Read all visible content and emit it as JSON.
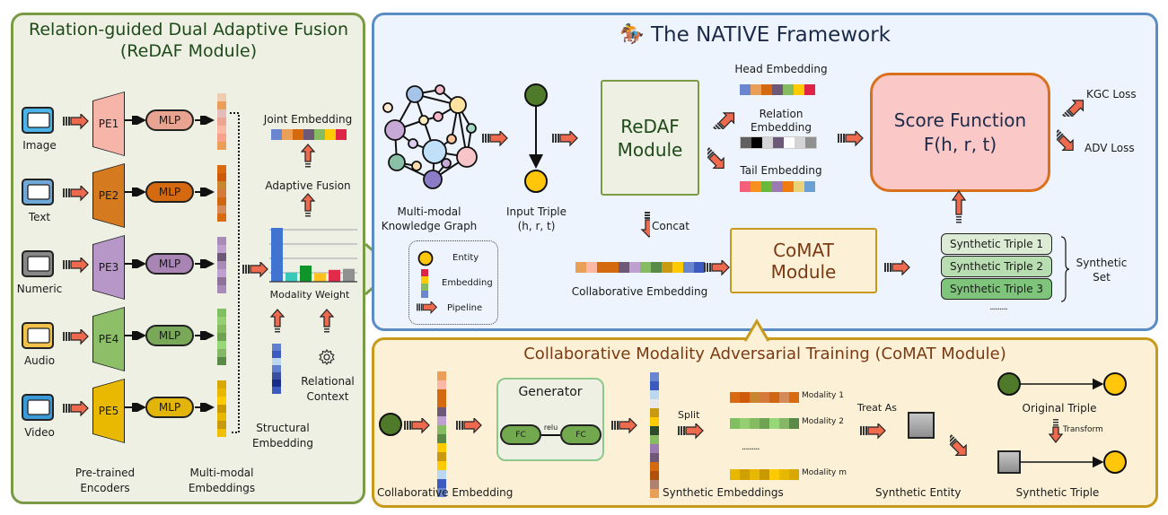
{
  "redaf": {
    "title_line1": "Relation-guided Dual Adaptive Fusion",
    "title_line2": "(ReDAF Module)",
    "modalities": [
      {
        "label": "Image",
        "encoder": "PE1",
        "mlp": "MLP",
        "color": "#f6b5a8",
        "mlp_color": "#e9a391",
        "strip": [
          "#f0cdb0",
          "#ea9f58",
          "#e5bcbc",
          "#eda694",
          "#fbb8a4",
          "#f7a08c",
          "#ea9f58"
        ]
      },
      {
        "label": "Text",
        "encoder": "PE2",
        "mlp": "MLP",
        "color": "#d57a1e",
        "mlp_color": "#d5690f",
        "strip": [
          "#d96a10",
          "#d05a0c",
          "#c8862e",
          "#d57a3a",
          "#cf6612",
          "#d58a5a",
          "#d96a10"
        ]
      },
      {
        "label": "Numeric",
        "encoder": "PE3",
        "mlp": "MLP",
        "color": "#b796c8",
        "mlp_color": "#a885b5",
        "strip": [
          "#a98bb8",
          "#bfa0cc",
          "#6d5878",
          "#a98bb8",
          "#c0a0d0",
          "#8f7298",
          "#a98bb8"
        ]
      },
      {
        "label": "Audio",
        "encoder": "PE4",
        "mlp": "MLP",
        "color": "#8cbf67",
        "mlp_color": "#78a858",
        "strip": [
          "#7fbf60",
          "#95cf70",
          "#86bb62",
          "#6ea352",
          "#96d878",
          "#84b866",
          "#5a8a48"
        ]
      },
      {
        "label": "Video",
        "encoder": "PE5",
        "mlp": "MLP",
        "color": "#e8b900",
        "mlp_color": "#e3b40a",
        "strip": [
          "#d8a800",
          "#e8b800",
          "#ffcb00",
          "#c89a00",
          "#e8b800",
          "#c99a10",
          "#f0c000"
        ]
      }
    ],
    "pretrained_label_1": "Pre-trained",
    "pretrained_label_2": "Encoders",
    "mm_label_1": "Multi-modal",
    "mm_label_2": "Embeddings",
    "joint_embedding_label": "Joint Embedding",
    "joint_embedding_colors": [
      "#6a86d0",
      "#ea9f58",
      "#d5690f",
      "#6d5878",
      "#86bb62",
      "#ffcb00",
      "#e02448"
    ],
    "adaptive_fusion_label": "Adaptive Fusion",
    "modality_weight_label": "Modality Weight",
    "modality_weights": [
      {
        "value": 1.0,
        "color": "#3f74d0"
      },
      {
        "value": 0.17,
        "color": "#38c8b8"
      },
      {
        "value": 0.3,
        "color": "#10952a"
      },
      {
        "value": 0.16,
        "color": "#ffc020"
      },
      {
        "value": 0.22,
        "color": "#e22a4a"
      },
      {
        "value": 0.24,
        "color": "#909090"
      }
    ],
    "structural_label_1": "Structural",
    "structural_label_2": "Embedding",
    "structural_colors": [
      "#5f7ed0",
      "#3d5ac0",
      "#bcd8f0",
      "#5f7ed0",
      "#3b4fa0",
      "#1a2d8a",
      "#3d5ac0"
    ],
    "relational_label_1": "Relational",
    "relational_label_2": "Context"
  },
  "native": {
    "title": "The NATIVE Framework",
    "kg_label_1": "Multi-modal",
    "kg_label_2": "Knowledge Graph",
    "input_triple_label_1": "Input Triple",
    "input_triple_label_2": "(h, r, t)",
    "redaf_box_1": "ReDAF",
    "redaf_box_2": "Module",
    "head_embedding_label": "Head Embedding",
    "head_colors": [
      "#6a86d0",
      "#ea9f58",
      "#d5690f",
      "#6d5878",
      "#86bb62",
      "#ffcb00",
      "#e02448"
    ],
    "relation_embedding_label_1": "Relation",
    "relation_embedding_label_2": "Embedding",
    "relation_colors": [
      "#606060",
      "#000000",
      "#d4d4d4",
      "#6d5878",
      "#ffffff",
      "#d4d4d4",
      "#909090"
    ],
    "tail_embedding_label": "Tail Embedding",
    "tail_colors": [
      "#f4607a",
      "#f7901e",
      "#6cb83a",
      "#9a7ab0",
      "#f07b12",
      "#e8d27a",
      "#6aa0d4"
    ],
    "score_function_1": "Score Function",
    "score_function_2": "F(h, r, t)",
    "kgc_loss": "KGC Loss",
    "adv_loss": "ADV Loss",
    "concat_label": "Concat",
    "collab_label": "Collaborative Embedding",
    "collab_colors": [
      "#ea9f58",
      "#fbb8a4",
      "#d5690f",
      "#d5690f",
      "#6d5878",
      "#c0a0d0",
      "#86bb62",
      "#5a8a48",
      "#c99a10",
      "#ffcb00",
      "#6a86d0",
      "#3d5ac0"
    ],
    "comat_box_1": "CoMAT",
    "comat_box_2": "Module",
    "synthetic_triples": [
      "Synthetic Triple 1",
      "Synthetic Triple 2",
      "Synthetic Triple 3"
    ],
    "synthetic_triple_colors": [
      "#dcecd4",
      "#b8ddb0",
      "#7ec47a"
    ],
    "synthetic_ellipsis": "·········",
    "synthetic_set_1": "Synthetic",
    "synthetic_set_2": "Set",
    "legend": {
      "entity": "Entity",
      "embedding": "Embedding",
      "pipeline": "Pipeline"
    }
  },
  "comat": {
    "title": "Collaborative Modality Adversarial Training (CoMAT Module)",
    "collab_label": "Collaborative Embedding",
    "collab_colors": [
      "#ea9f58",
      "#fbb8a4",
      "#d5690f",
      "#d5690f",
      "#6d5878",
      "#c0a0d0",
      "#86bb62",
      "#5a8a48",
      "#ffcb00",
      "#c99a10",
      "#ffcb00",
      "#bcd8f0",
      "#3d5ac0",
      "#6a86d0"
    ],
    "generator_label": "Generator",
    "fc1": "FC",
    "relu": "relu",
    "fc2": "FC",
    "synthetic_colors": [
      "#6a86d0",
      "#3d5ac0",
      "#bcd8f0",
      "#e8e8e8",
      "#c99a10",
      "#ffcb00",
      "#2d4a2a",
      "#86bb62",
      "#9a7ab0",
      "#6d5878",
      "#d5690f",
      "#b0500a",
      "#b08070",
      "#ea9f58"
    ],
    "split_label": "Split",
    "modalities": [
      {
        "label": "Modality 1",
        "colors": [
          "#d96a10",
          "#d05a0c",
          "#c8862e",
          "#d57a3a",
          "#cf6612",
          "#d58a5a",
          "#d96a10"
        ]
      },
      {
        "label": "Modality 2",
        "colors": [
          "#7fbf60",
          "#95cf70",
          "#86bb62",
          "#6ea352",
          "#96d878",
          "#84b866",
          "#5a8a48"
        ]
      },
      {
        "label": "Modality m",
        "colors": [
          "#e8b800",
          "#d0a000",
          "#e8b800",
          "#c89a00",
          "#ffcb00",
          "#e8b800",
          "#d8a800"
        ]
      }
    ],
    "modality_ellipsis": "·········",
    "synthetic_embeddings_label": "Synthetic Embeddings",
    "treat_as_label": "Treat As",
    "synthetic_entity_label": "Synthetic Entity",
    "original_triple_label": "Original Triple",
    "transform_label": "Transform",
    "synthetic_triple_label": "Synthetic Triple"
  }
}
